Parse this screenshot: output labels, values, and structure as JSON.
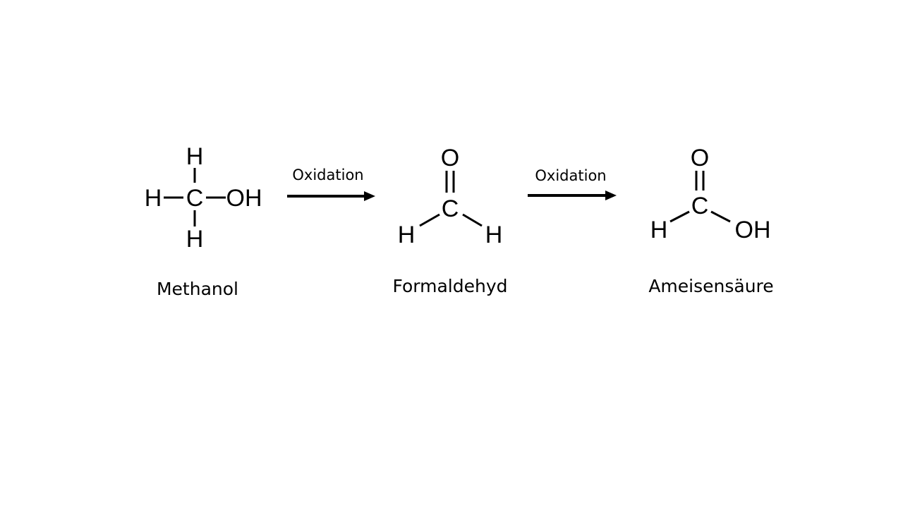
{
  "steps": [
    {
      "label": "Oxidation"
    },
    {
      "label": "Oxidation"
    }
  ],
  "molecules": {
    "methanol": {
      "name": "Methanol",
      "atoms": {
        "C": "C",
        "H_top": "H",
        "H_left": "H",
        "H_bottom": "H",
        "OH": "OH"
      }
    },
    "formaldehyde": {
      "name": "Formaldehyd",
      "atoms": {
        "O": "O",
        "C": "C",
        "H_left": "H",
        "H_right": "H"
      }
    },
    "formic_acid": {
      "name": "Ameisensäure",
      "atoms": {
        "O": "O",
        "C": "C",
        "H_left": "H",
        "OH": "OH"
      }
    }
  },
  "colors": {
    "ink": "#000000",
    "background": "#ffffff"
  }
}
